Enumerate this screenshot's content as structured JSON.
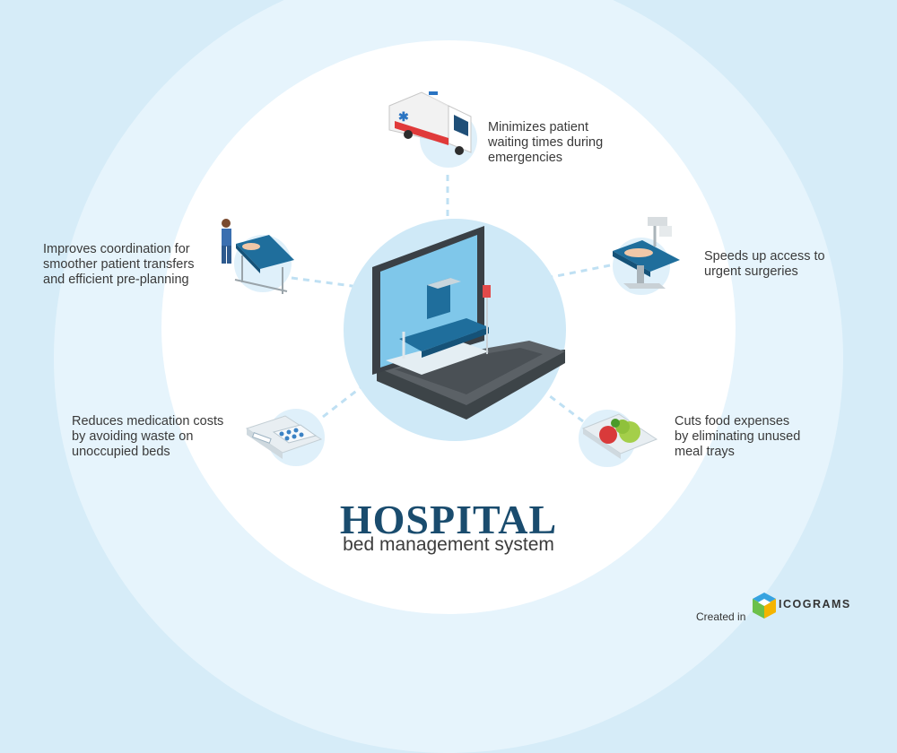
{
  "title": "HOSPITAL",
  "subtitle": "bed management system",
  "benefits": {
    "ambulance": [
      "Minimizes patient",
      "waiting times during",
      "emergencies"
    ],
    "transfer": [
      "Improves coordination for",
      "smoother patient transfers",
      "and efficient pre-planning"
    ],
    "surgery": [
      "Speeds up access to",
      "urgent surgeries"
    ],
    "medication": [
      "Reduces medication costs",
      "by avoiding waste on",
      "unoccupied beds"
    ],
    "food": [
      "Cuts food expenses",
      "by eliminating unused",
      "meal trays"
    ]
  },
  "credit": {
    "created_in": "Created in",
    "brand": "ICOGRAMS"
  },
  "icons": [
    "ambulance-icon",
    "stretcher-icon",
    "operating-table-icon",
    "pill-tray-icon",
    "meal-tray-icon",
    "laptop-hospital-bed-icon",
    "icograms-logo-icon"
  ],
  "colors": {
    "title": "#1a4c6e",
    "accent_blue": "#1f6e9c",
    "background": "#d6ecf8"
  }
}
